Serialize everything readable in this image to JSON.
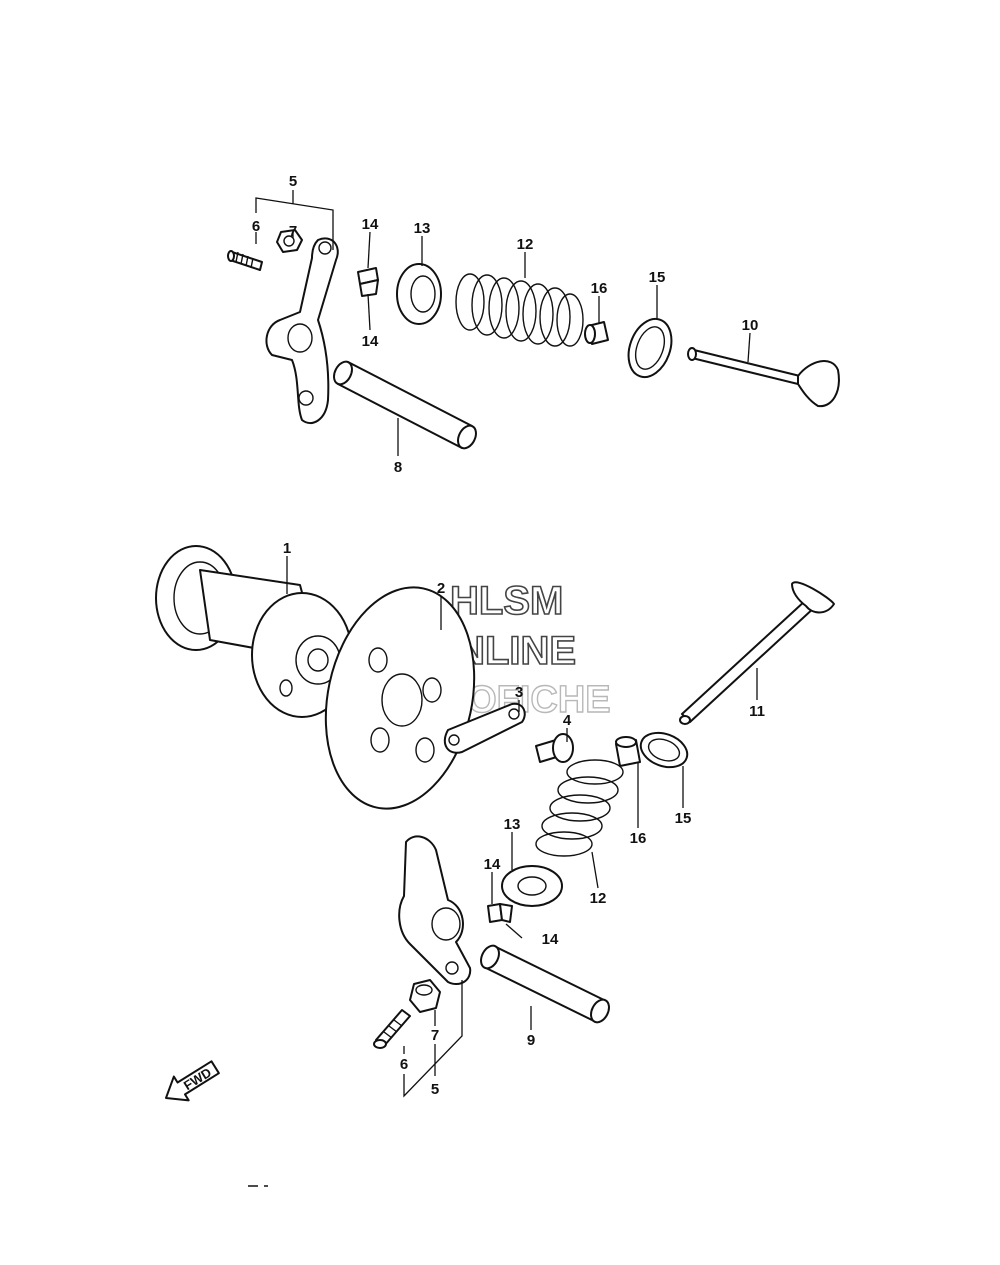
{
  "callouts": {
    "c1": "1",
    "c2": "2",
    "c3": "3",
    "c4": "4",
    "c5_top": "5",
    "c5_bottom": "5",
    "c6_top": "6",
    "c6_bottom": "6",
    "c7_top": "7",
    "c7_bottom": "7",
    "c8": "8",
    "c9": "9",
    "c10": "10",
    "c11": "11",
    "c12_top": "12",
    "c12_bottom": "12",
    "c13_top": "13",
    "c13_bottom": "13",
    "c14_top_a": "14",
    "c14_top_b": "14",
    "c14_bottom_a": "14",
    "c14_bottom_b": "14",
    "c15_top": "15",
    "c15_bottom": "15",
    "c16_top": "16",
    "c16_bottom": "16"
  },
  "watermark": {
    "line1": "HLSM",
    "line2": "ONLINE",
    "line3": "MICROFICHE"
  },
  "direction_arrow": {
    "label": "FWD",
    "icon": "forward-arrow-icon"
  },
  "colors": {
    "line": "#111111",
    "background": "#ffffff"
  }
}
